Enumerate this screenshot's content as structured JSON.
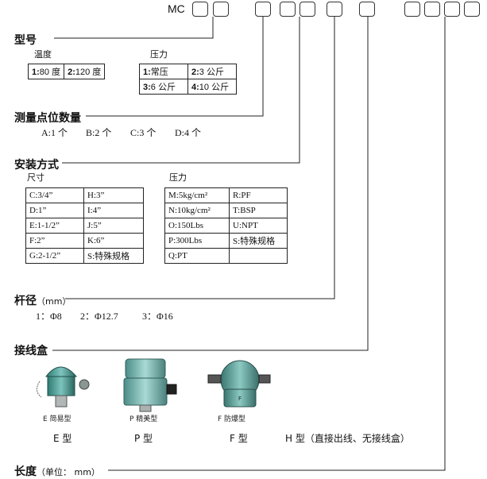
{
  "header": {
    "model_prefix": "MC"
  },
  "model": {
    "title": "型号",
    "temp_label": "温度",
    "temp_options": [
      {
        "code": "1:",
        "text": "80 度"
      },
      {
        "code": "2:",
        "text": "120 度"
      }
    ],
    "pressure_label": "压力",
    "pressure_options": [
      {
        "code": "1:",
        "text": "常压"
      },
      {
        "code": "2:",
        "text": "3 公斤"
      },
      {
        "code": "3:",
        "text": "6 公斤"
      },
      {
        "code": "4:",
        "text": "10 公斤"
      }
    ]
  },
  "points": {
    "title": "测量点位数量",
    "options": [
      "A:1 个",
      "B:2 个",
      "C:3 个",
      "D:4 个"
    ]
  },
  "mounting": {
    "title": "安装方式",
    "size_label": "尺寸",
    "size_rows": [
      [
        "C:3/4”",
        "H:3”"
      ],
      [
        "D:1”",
        "I:4”"
      ],
      [
        "E:1-1/2”",
        "J:5”"
      ],
      [
        "F:2”",
        "K:6”"
      ],
      [
        "G:2-1/2”",
        "S:特殊规格"
      ]
    ],
    "pressure_label": "压力",
    "pressure_rows": [
      [
        "M:5kg/cm²",
        "R:PF"
      ],
      [
        "N:10kg/cm²",
        "T:BSP"
      ],
      [
        "O:150Lbs",
        "U:NPT"
      ],
      [
        "P:300Lbs",
        "S:特殊规格"
      ],
      [
        "Q:PT",
        ""
      ]
    ]
  },
  "rod": {
    "title": "杆径",
    "unit": "（mm）",
    "options": [
      "1：Φ8",
      "2：Φ12.7",
      "3：Φ16"
    ]
  },
  "junction": {
    "title": "接线盒",
    "images": [
      {
        "caption": "E 简易型",
        "icon": "simple-junction-box-photo"
      },
      {
        "caption": "P 精美型",
        "icon": "deluxe-junction-box-photo"
      },
      {
        "caption": "F 防爆型",
        "icon": "explosion-proof-junction-box-photo"
      }
    ],
    "types": [
      "E 型",
      "P 型",
      "F 型",
      "H 型（直接出线、无接线盒）"
    ]
  },
  "length": {
    "title": "长度",
    "unit": "（单位： mm）"
  },
  "colors": {
    "line": "#222222",
    "box": "#333333"
  }
}
